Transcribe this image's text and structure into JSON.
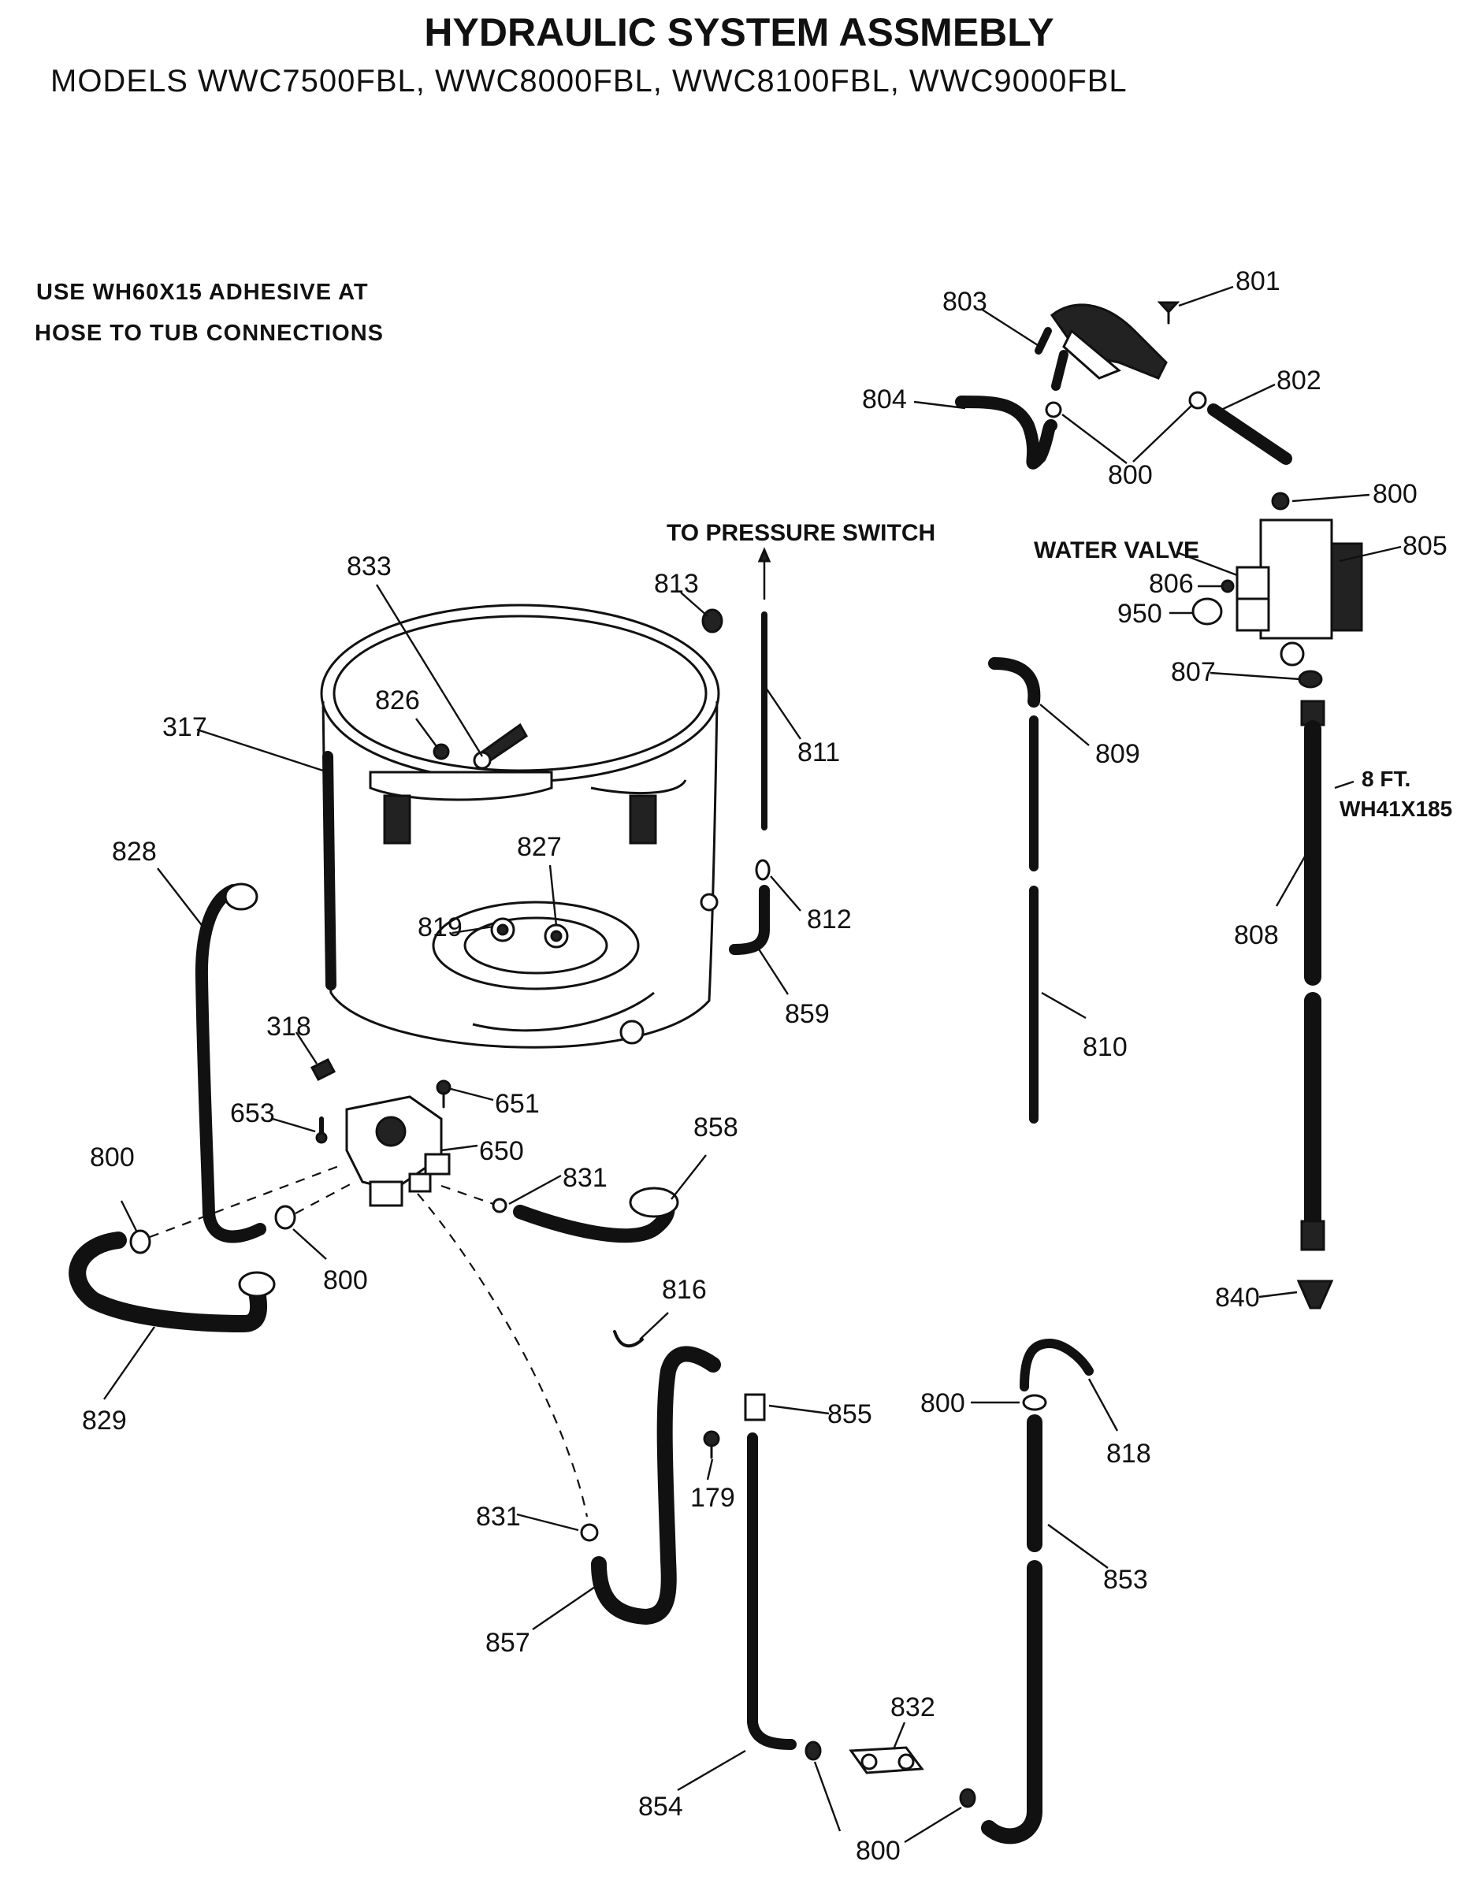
{
  "title": "HYDRAULIC SYSTEM ASSMEBLY",
  "subtitle": "MODELS  WWC7500FBL,  WWC8000FBL, WWC8100FBL, WWC9000FBL",
  "note_line1": "USE  WH60X15  ADHESIVE  AT",
  "note_line2": "HOSE  TO  TUB  CONNECTIONS",
  "to_pressure_switch": "TO  PRESSURE  SWITCH",
  "water_valve": "WATER  VALVE",
  "hose_length": "8  FT.",
  "hose_part": "WH41X185",
  "parts": {
    "p801": "801",
    "p803": "803",
    "p802": "802",
    "p804": "804",
    "p800_a": "800",
    "p800_b": "800",
    "p805": "805",
    "p806": "806",
    "p950": "950",
    "p807": "807",
    "p808": "808",
    "p840": "840",
    "p833": "833",
    "p813": "813",
    "p826": "826",
    "p317": "317",
    "p811": "811",
    "p809": "809",
    "p828": "828",
    "p827": "827",
    "p812": "812",
    "p819": "819",
    "p859": "859",
    "p810": "810",
    "p318": "318",
    "p651": "651",
    "p653": "653",
    "p650": "650",
    "p858": "858",
    "p800_c": "800",
    "p831_a": "831",
    "p800_d": "800",
    "p829": "829",
    "p816": "816",
    "p855": "855",
    "p800_e": "800",
    "p818": "818",
    "p179": "179",
    "p831_b": "831",
    "p853": "853",
    "p857": "857",
    "p832": "832",
    "p854": "854",
    "p800_f": "800"
  }
}
